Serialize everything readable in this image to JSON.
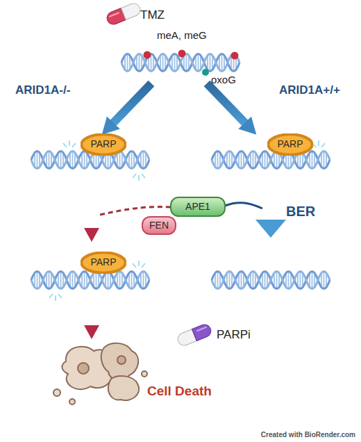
{
  "diagram": {
    "nodes": [
      {
        "text": [
          "PARP"
        ]
      },
      {
        "text": [
          "PARP"
        ]
      },
      {
        "text": [
          "APE1"
        ]
      },
      {
        "text": [
          "FEN"
        ]
      },
      {
        "text": [
          "PARP"
        ]
      }
    ],
    "labels": [
      "TMZ",
      "meA, meG",
      "oxoG",
      "ARID1A-/-",
      "ARID1A+/+",
      "BER",
      "PARPi",
      "Cell Death",
      "Created with BioRender.com"
    ]
  }
}
